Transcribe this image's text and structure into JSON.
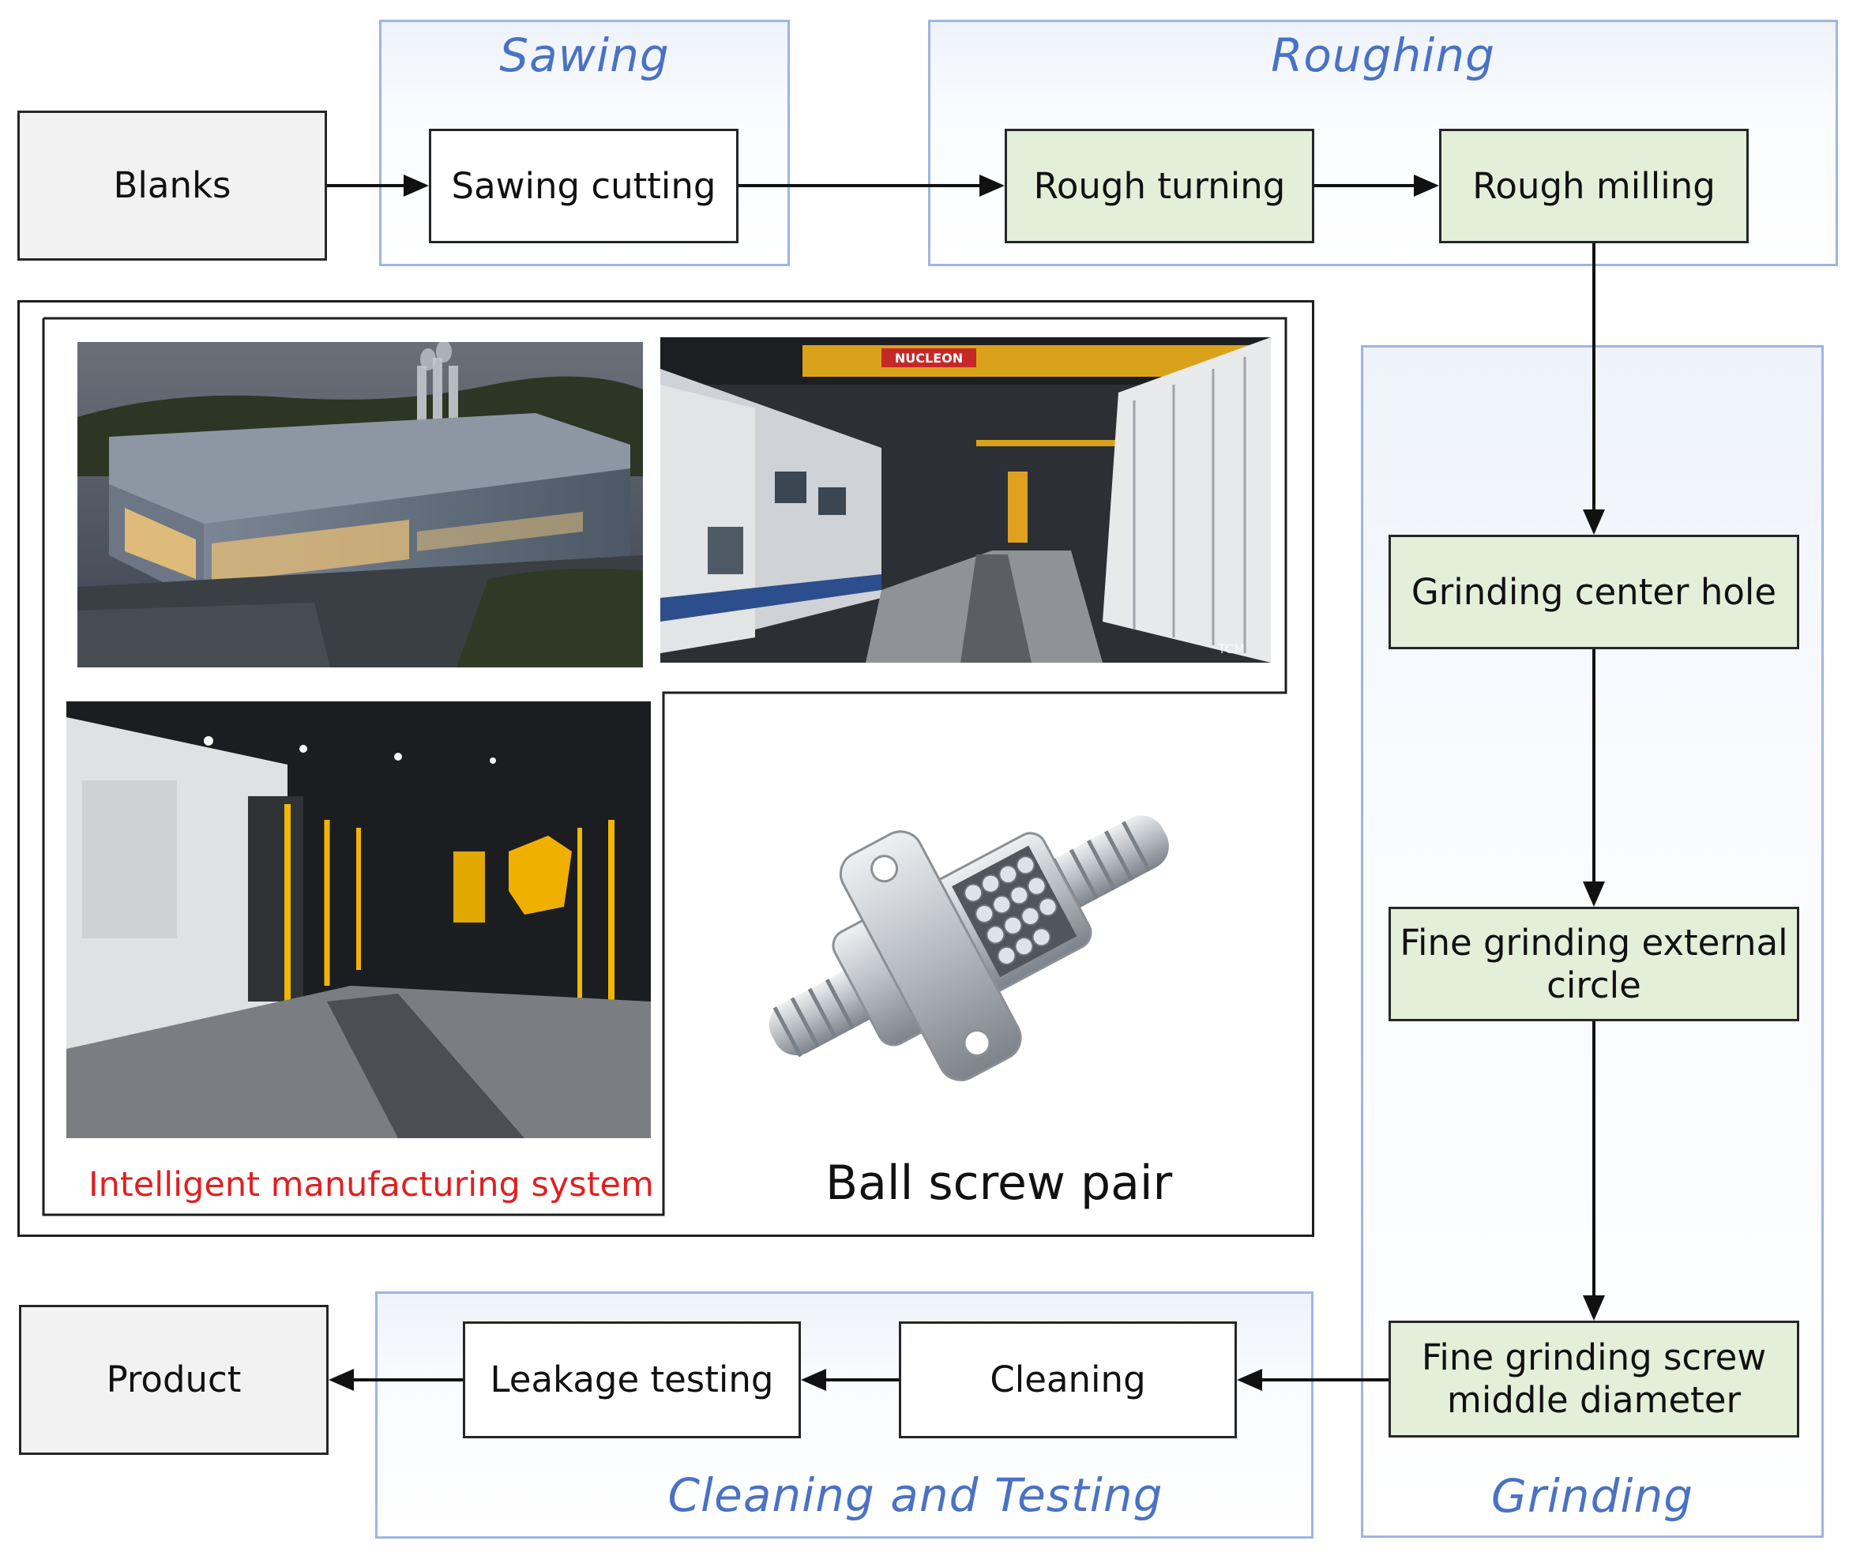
{
  "stages": {
    "sawing": "Sawing",
    "roughing": "Roughing",
    "grinding": "Grinding",
    "cleaning_testing": "Cleaning and Testing"
  },
  "boxes": {
    "blanks": "Blanks",
    "sawing_cutting": "Sawing cutting",
    "rough_turning": "Rough turning",
    "rough_milling": "Rough milling",
    "grinding_center_hole": "Grinding center hole",
    "fine_grinding_external": "Fine grinding external circle",
    "fine_grinding_screw": "Fine grinding screw middle diameter",
    "cleaning": "Cleaning",
    "leakage_testing": "Leakage testing",
    "product": "Product"
  },
  "collage": {
    "system_caption": "Intelligent manufacturing system",
    "product_caption": "Ball screw pair",
    "crane_sign": "NUCLEON",
    "watermark": "TCM"
  },
  "colors": {
    "stage_border": "#9db6e0",
    "stage_label": "#4a72c4",
    "box_green": "#e3efd9",
    "box_grey": "#f2f2f2",
    "caption_red": "#e02020"
  },
  "flow": [
    "Blanks → Sawing cutting",
    "Sawing cutting → Rough turning",
    "Rough turning → Rough milling",
    "Rough milling → Grinding center hole",
    "Grinding center hole → Fine grinding external circle",
    "Fine grinding external circle → Fine grinding screw middle diameter",
    "Fine grinding screw middle diameter → Cleaning",
    "Cleaning → Leakage testing",
    "Leakage testing → Product"
  ]
}
